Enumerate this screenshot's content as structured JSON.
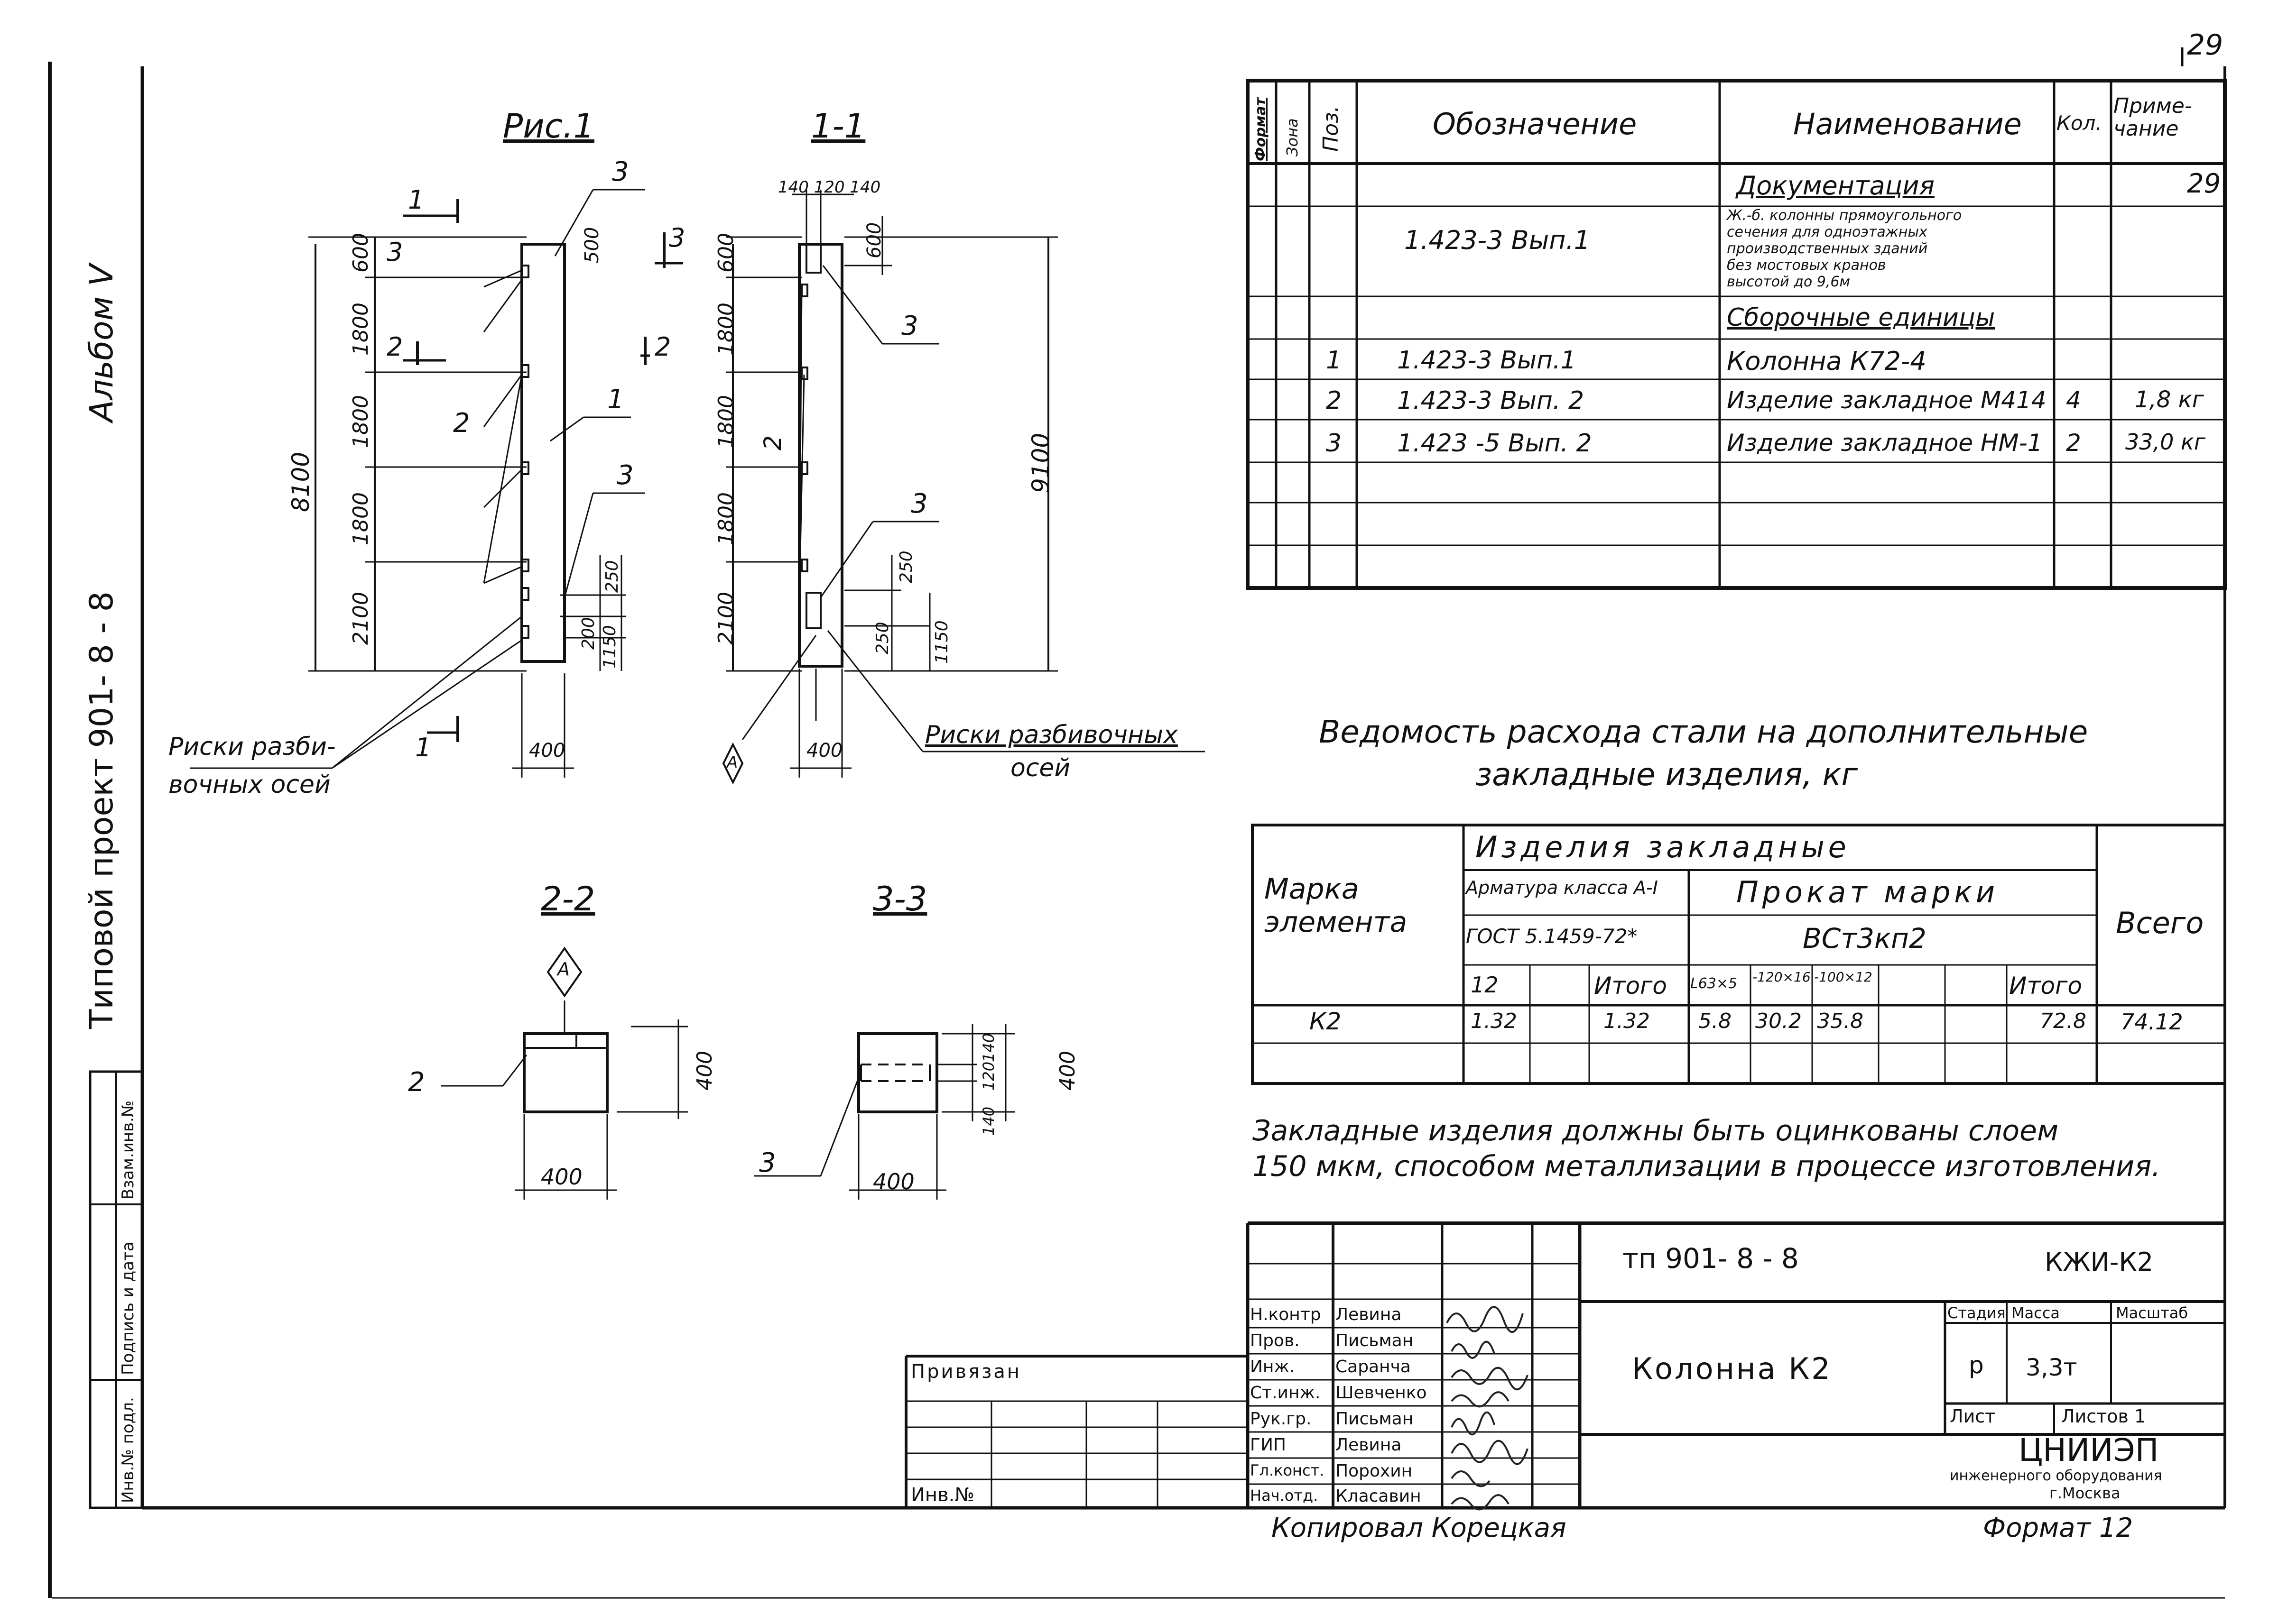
{
  "side": {
    "album": "Альбом Ⅴ",
    "project": "Типовой проект 901- 8 - 8",
    "stamp1": "Взам.инв.№",
    "stamp2": "Подпись и дата",
    "stamp3": "Инв.№ подл."
  },
  "corner": "29",
  "figures": {
    "fig1_title": "Рис.1",
    "sec11_title": "1-1",
    "sec22_title": "2-2",
    "sec33_title": "3-3",
    "dim_8100": "8100",
    "dim_9100": "9100",
    "dim_600": "600",
    "dim_1800a": "1800",
    "dim_1800b": "1800",
    "dim_1800c": "1800",
    "dim_2100": "2100",
    "dim_500": "500",
    "dim_250a": "250",
    "dim_200": "200",
    "dim_1150a": "1150",
    "dim_250b": "250",
    "dim_250c": "250",
    "dim_1150b": "1150",
    "dim_400a": "400",
    "dim_400b": "400",
    "dim_top": "140 120 140",
    "dim_400c": "400",
    "dim_400d": "400",
    "dim_400e": "400",
    "dim_400f": "400",
    "dim_140a": "140",
    "dim_120": "120",
    "dim_140b": "140",
    "pos1": "1",
    "pos2": "2",
    "pos3": "3",
    "pos2b": "2",
    "pos3b": "3",
    "pos3c": "3",
    "pos3d": "3",
    "pos2c": "2",
    "pos3e": "3",
    "cut1": "1",
    "cut2": "2",
    "cut3": "3",
    "cut1b": "1",
    "cut2b": "2",
    "cut3b": "3",
    "marker": "А",
    "note_left_1": "Риски разби-",
    "note_left_2": "вочных осей",
    "note_right_1": "Риски разбивочных",
    "note_right_2": "осей"
  },
  "spec": {
    "headers": {
      "format": "Формат",
      "zone": "Зона",
      "pos": "Поз.",
      "designation": "Обозначение",
      "name": "Наименование",
      "qty": "Кол.",
      "note": "Приме-чание"
    },
    "section_doc": "Документация",
    "doc_designation": "1.423-3 Вып.1",
    "doc_name_lines": [
      "Ж.-б. колонны прямоугольного",
      "сечения для одноэтажных",
      "производственных зданий",
      "без мостовых кранов",
      "высотой до 9,6м"
    ],
    "section_asm": "Сборочные единицы",
    "rows": [
      {
        "pos": "1",
        "designation": "1.423-3 Вып.1",
        "name": "Колонна  К72-4",
        "qty": "",
        "note": ""
      },
      {
        "pos": "2",
        "designation": "1.423-3 Вып. 2",
        "name": "Изделие закладное М414",
        "qty": "4",
        "note": "1,8 кг"
      },
      {
        "pos": "3",
        "designation": "1.423 -5 Вып. 2",
        "name": "Изделие закладное НМ-1",
        "qty": "2",
        "note": "33,0 кг"
      }
    ]
  },
  "steel": {
    "title_line1": "Ведомость расхода стали на дополнительные",
    "title_line2": "закладные изделия, кг",
    "col_mark": "Марка элемента",
    "col_group": "Изделия закладные",
    "col_rebar_class": "Арматура класса А-I",
    "col_rebar_gost": "ГОСТ 5.1459-72*",
    "col_rolled": "Прокат марки",
    "col_rolled_grade": "ВСт3кп2",
    "col_total": "Всего",
    "sub_headers": [
      "12",
      "",
      "Итого",
      "L63×5",
      "-120×16",
      "-100×12",
      "",
      "",
      "Итого"
    ],
    "row": {
      "mark": "К2",
      "values": [
        "1.32",
        "",
        "1.32",
        "5.8",
        "30.2",
        "35.8",
        "",
        "",
        "72.8"
      ],
      "total": "74.12"
    }
  },
  "note": {
    "line1": "Закладные изделия должны быть оцинкованы слоем",
    "line2": "150 мкм, способом металлизации в процессе изготовления."
  },
  "title_block": {
    "code": "тп 901- 8 - 8",
    "sheet_code": "КЖИ-К2",
    "title": "Колонна  К2",
    "stage_label": "Стадия",
    "mass_label": "Масса",
    "scale_label": "Масштаб",
    "stage": "р",
    "mass": "3,3т",
    "sheet_label": "Лист",
    "sheets_label": "Листов 1",
    "org1": "ЦНИИЭП",
    "org2": "инженерного оборудования",
    "org3": "г.Москва",
    "bound": "Привязан",
    "inv": "Инв.№",
    "people": [
      {
        "role": "Н.контр",
        "name": "Левина"
      },
      {
        "role": "Пров.",
        "name": "Письман"
      },
      {
        "role": "Инж.",
        "name": "Саранча"
      },
      {
        "role": "Ст.инж.",
        "name": "Шевченко"
      },
      {
        "role": "Рук.гр.",
        "name": "Письман"
      },
      {
        "role": "ГИП",
        "name": "Левина"
      },
      {
        "role": "Гл.конст.",
        "name": "Порохин"
      },
      {
        "role": "Нач.отд.",
        "name": "Класавин"
      }
    ],
    "copied": "Копировал  Корецкая",
    "format": "Формат 12"
  }
}
